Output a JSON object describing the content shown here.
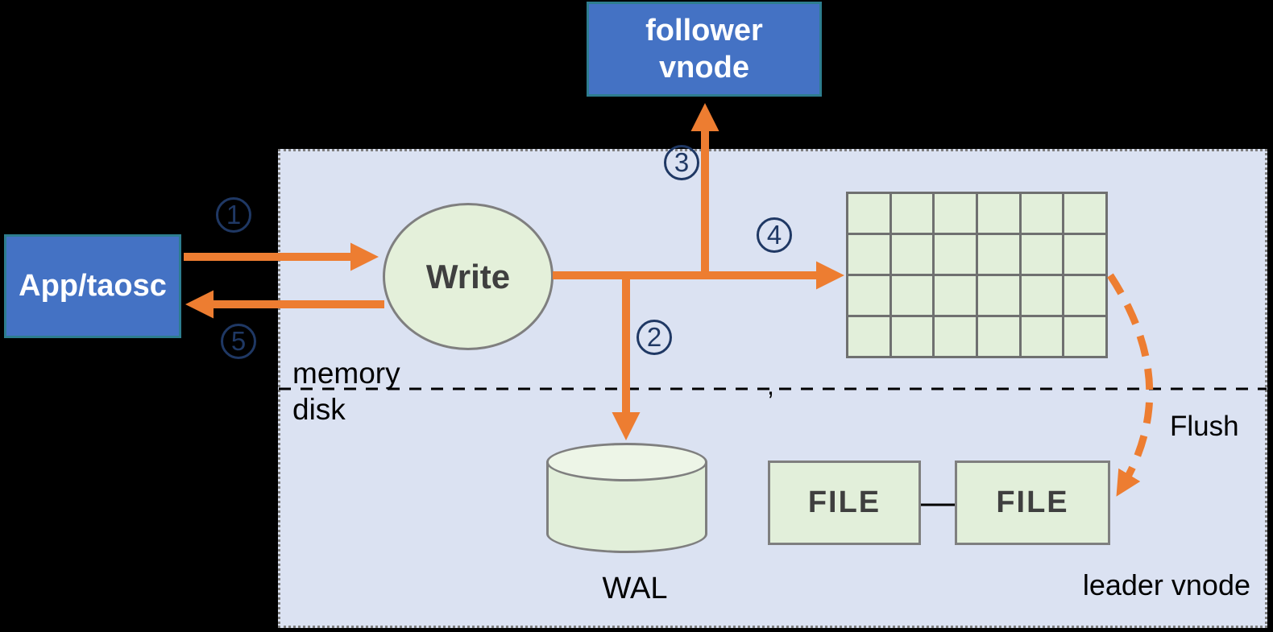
{
  "colors": {
    "background": "#000000",
    "accent_orange": "#ed7d31",
    "node_blue": "#4472c4",
    "node_blue_border": "#2d7d8f",
    "shape_green": "#e2efda",
    "shape_border": "#7f7f7f",
    "step_navy": "#1f3864",
    "region_fill": "#dbe2f2"
  },
  "nodes": {
    "follower_vnode": {
      "label_line1": "follower",
      "label_line2": "vnode"
    },
    "app": {
      "label": "App/taosc"
    },
    "write": {
      "label": "Write"
    },
    "wal": {
      "label": "WAL"
    },
    "file_left": {
      "label": "FILE"
    },
    "file_right": {
      "label": "FILE"
    }
  },
  "region": {
    "memory_label": "memory",
    "disk_label": "disk",
    "leader_label": "leader vnode",
    "divider_mark": ","
  },
  "flow": {
    "flush_label": "Flush",
    "steps": [
      {
        "number": "1"
      },
      {
        "number": "2"
      },
      {
        "number": "3"
      },
      {
        "number": "4"
      },
      {
        "number": "5"
      }
    ]
  },
  "memtable_grid": {
    "rows": 4,
    "columns": 6
  }
}
